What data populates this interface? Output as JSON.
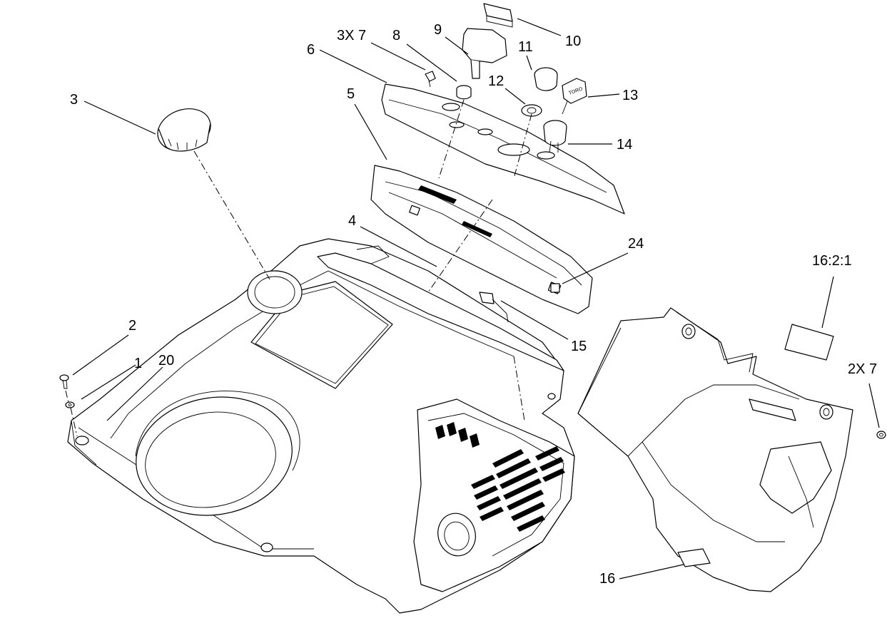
{
  "callouts": {
    "c1": "1",
    "c2": "2",
    "c3": "3",
    "c4": "4",
    "c5": "5",
    "c6": "6",
    "c7": "3X 7",
    "c8": "8",
    "c9": "9",
    "c10": "10",
    "c11": "11",
    "c12": "12",
    "c13": "13",
    "c14": "14",
    "c15": "15",
    "c16": "16",
    "c16b": "16:2:1",
    "c20": "20",
    "c24": "24",
    "c7b": "2X 7"
  },
  "labels": {
    "key_text": "TORO"
  }
}
